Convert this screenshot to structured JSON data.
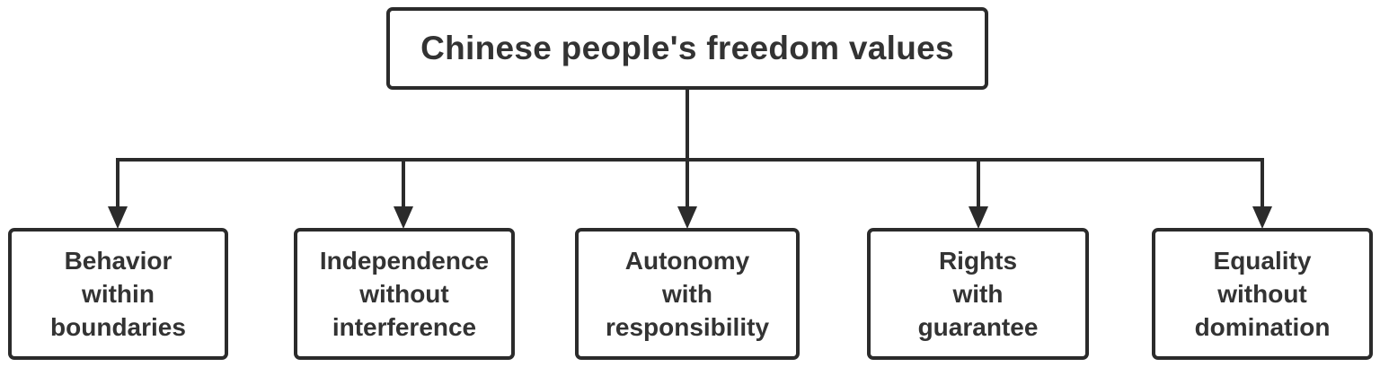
{
  "diagram": {
    "root": {
      "label": "Chinese people's freedom values"
    },
    "children": [
      {
        "lines": [
          "Behavior",
          "within",
          "boundaries"
        ]
      },
      {
        "lines": [
          "Independence",
          "without",
          "interference"
        ]
      },
      {
        "lines": [
          "Autonomy",
          "with",
          "responsibility"
        ]
      },
      {
        "lines": [
          "Rights",
          "with",
          "guarantee"
        ]
      },
      {
        "lines": [
          "Equality",
          "without",
          "domination"
        ]
      }
    ],
    "colors": {
      "stroke": "#2b2b2b",
      "text": "#333333",
      "background": "#ffffff"
    }
  }
}
